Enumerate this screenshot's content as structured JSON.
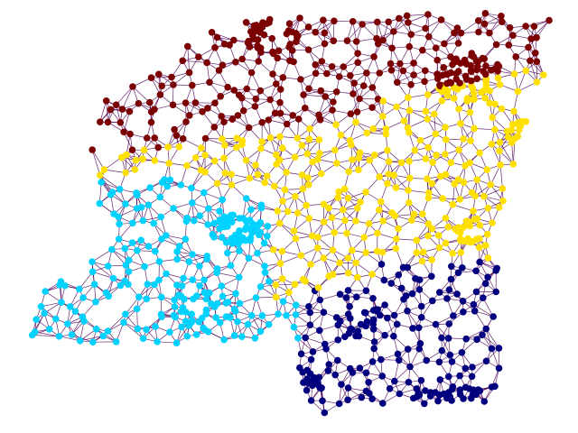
{
  "figure": {
    "title": "",
    "background": "#ffffff",
    "edge_color": "#4b0055",
    "partitions": [
      {
        "id": "north",
        "color": "#7b0000"
      },
      {
        "id": "middle",
        "color": "#ffe000"
      },
      {
        "id": "west",
        "color": "#00d2ff"
      },
      {
        "id": "south",
        "color": "#00007f"
      }
    ]
  }
}
